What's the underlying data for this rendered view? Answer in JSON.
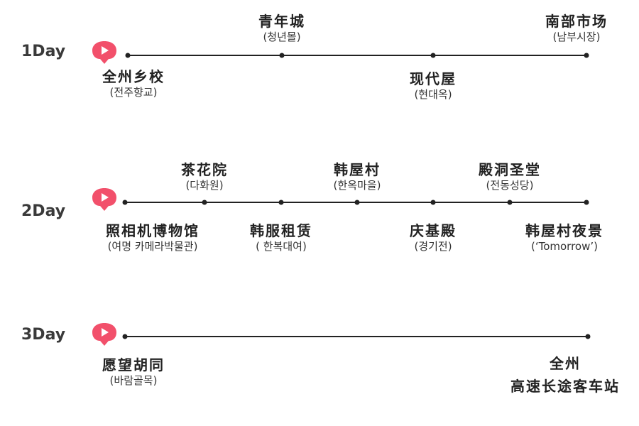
{
  "days": [
    {
      "label": "1Day",
      "stops": [
        {
          "zh": "全州乡校",
          "ko": "(전주향교)"
        },
        {
          "zh": "青年城",
          "ko": "(청년몰)"
        },
        {
          "zh": "现代屋",
          "ko": "(현대옥)"
        },
        {
          "zh": "南部市场",
          "ko": "(남부시장)"
        }
      ]
    },
    {
      "label": "2Day",
      "stops": [
        {
          "zh": "照相机博物馆",
          "ko": "(여명 카메라박물관)"
        },
        {
          "zh": "茶花院",
          "ko": "(다화원)"
        },
        {
          "zh": "韩服租赁",
          "ko": "( 한복대여)"
        },
        {
          "zh": "韩屋村",
          "ko": "(한옥마을)"
        },
        {
          "zh": "庆基殿",
          "ko": "(경기전)"
        },
        {
          "zh": "殿洞圣堂",
          "ko": "(전동성당)"
        },
        {
          "zh": "韩屋村夜景",
          "ko": "(‘Tomorrow’)"
        }
      ]
    },
    {
      "label": "3Day",
      "stops": [
        {
          "zh": "愿望胡同",
          "ko": "(바람골목)"
        },
        {
          "zh": "全州",
          "zh2": "高速长途客车站"
        }
      ]
    }
  ],
  "icons": {
    "pin": "location-heart-pin-icon"
  },
  "colors": {
    "pin": "#f2506b",
    "line": "#222222",
    "day_label": "#3a3a3a"
  }
}
